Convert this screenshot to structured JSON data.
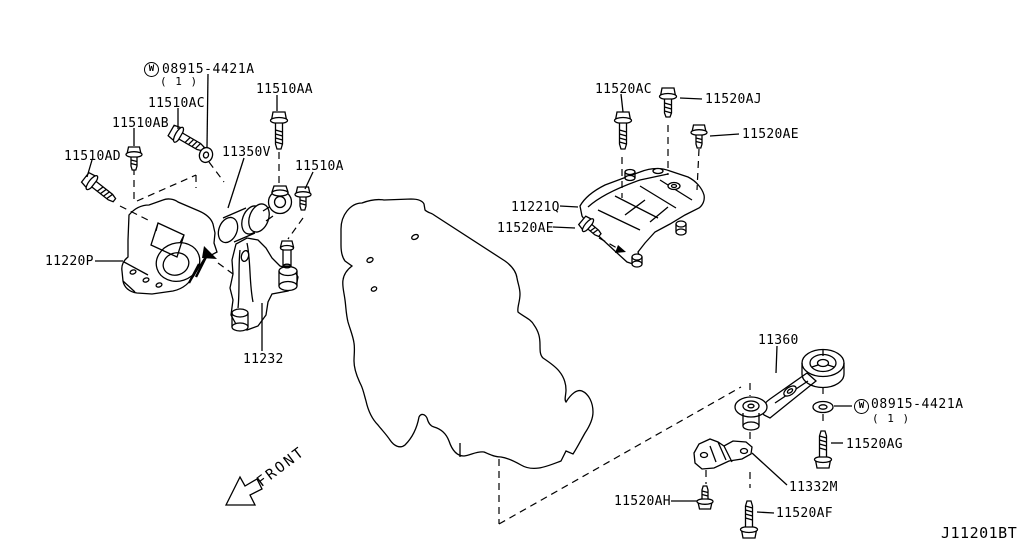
{
  "diagram": {
    "code": "J11201BT",
    "front_label": "FRONT"
  },
  "washers": {
    "top": {
      "symbol": "W",
      "number": "08915-4421A",
      "qty": "( 1 )"
    },
    "bottom": {
      "symbol": "W",
      "number": "08915-4421A",
      "qty": "( 1 )"
    }
  },
  "part_labels": {
    "p11510AD": "11510AD",
    "p11510AB": "11510AB",
    "p11510AC": "11510AC",
    "p11510AA": "11510AA",
    "p11350V": "11350V",
    "p11510A": "11510A",
    "p11220P": "11220P",
    "p11232": "11232",
    "p11520AC": "11520AC",
    "p11520AJ": "11520AJ",
    "p11520AE_right": "11520AE",
    "p11221Q": "11221Q",
    "p11520AE_left": "11520AE",
    "p11360": "11360",
    "p11520AG": "11520AG",
    "p11332M": "11332M",
    "p11520AH": "11520AH",
    "p11520AF": "11520AF"
  },
  "colors": {
    "background": "#ffffff",
    "line": "#000000"
  }
}
